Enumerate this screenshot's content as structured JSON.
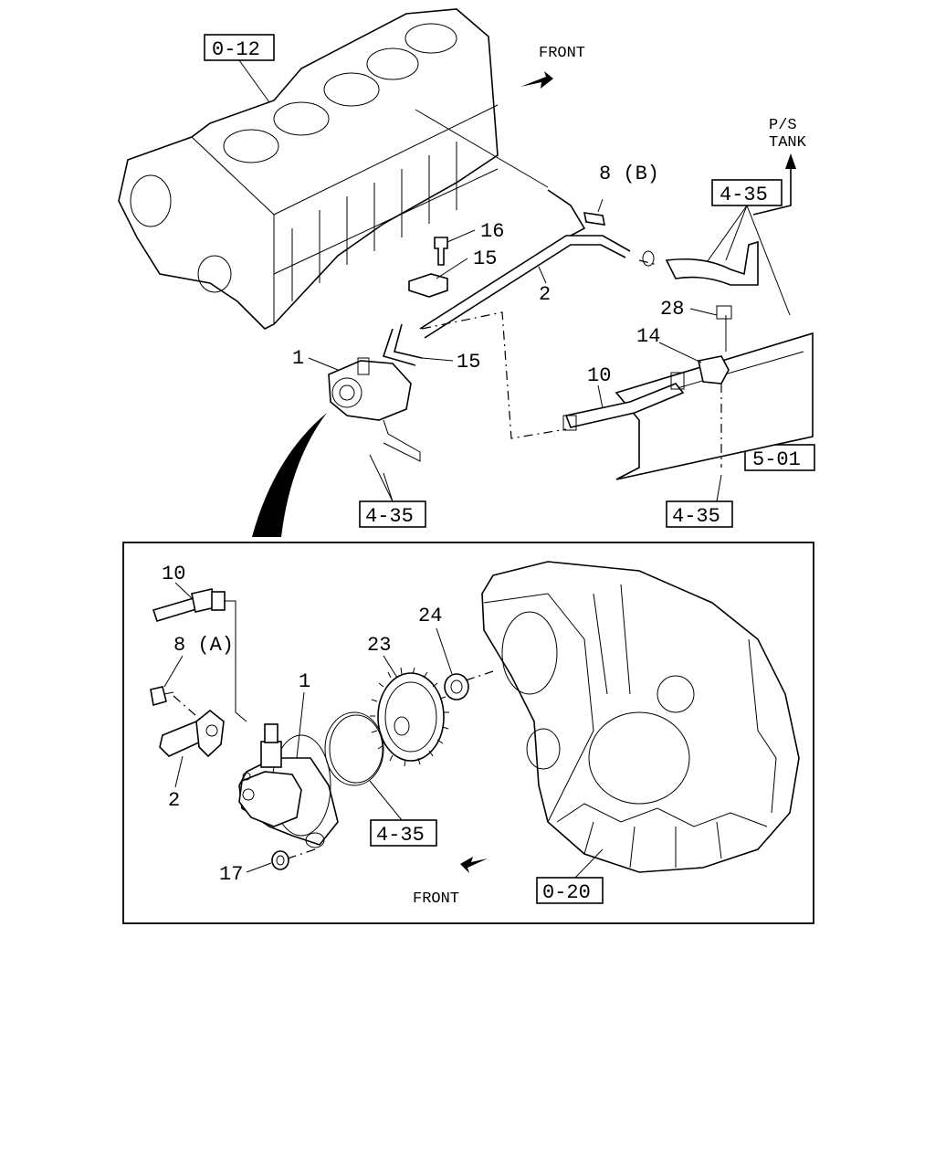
{
  "upper": {
    "front_label": "FRONT",
    "ps_tank_label": [
      "P/S",
      "TANK"
    ],
    "refs": {
      "engine_block": "0-12",
      "hose_ref": "4-35",
      "frame_ref": "5-01",
      "bolt_ref": "4-35",
      "nut_ref": "4-35"
    },
    "callouts": {
      "bolt_8b": "8 (B)",
      "bolt_16": "16",
      "clip_15_top": "15",
      "pipe_2": "2",
      "clip_15_side": "15",
      "pump_1": "1",
      "bolt_28": "28",
      "bracket_14": "14",
      "hose_10": "10"
    }
  },
  "detail": {
    "front_label": "FRONT",
    "refs": {
      "housing": "0-20",
      "oring": "4-35"
    },
    "callouts": {
      "hose_10": "10",
      "bolt_8a": "8 (A)",
      "pump_1": "1",
      "pipe_2": "2",
      "gear_23": "23",
      "nut_24": "24",
      "nut_17": "17"
    }
  }
}
